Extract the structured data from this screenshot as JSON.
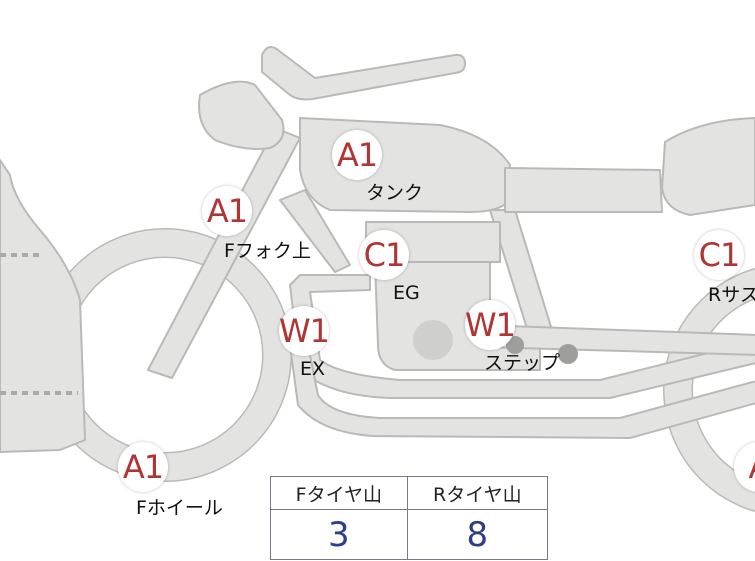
{
  "colors": {
    "body_fill": "#e3e3e1",
    "body_stroke": "#b9b9b7",
    "badge_text": "#b03535",
    "value_text": "#2c3f86"
  },
  "badges": [
    {
      "code": "A1",
      "label": "タンク"
    },
    {
      "code": "A1",
      "label": "Fフォク上"
    },
    {
      "code": "C1",
      "label": "EG"
    },
    {
      "code": "W1",
      "label": "EX"
    },
    {
      "code": "W1",
      "label": "ステップ"
    },
    {
      "code": "C1",
      "label": "Rサス"
    },
    {
      "code": "A1",
      "label": "Fホイール"
    },
    {
      "code": "A"
    }
  ],
  "tire_table": {
    "front_header": "Fタイヤ山",
    "rear_header": "Rタイヤ山",
    "front_value": "3",
    "rear_value": "8"
  }
}
